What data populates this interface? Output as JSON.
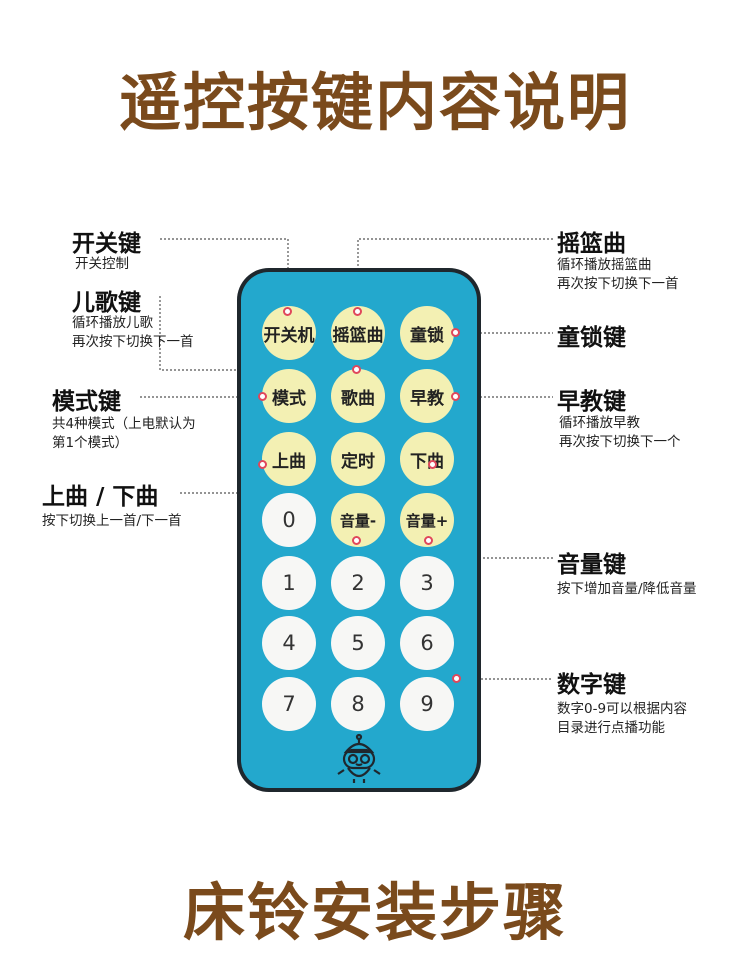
{
  "titles": {
    "top": "遥控按键内容说明",
    "bottom": "床铃安装步骤"
  },
  "keys": {
    "power": "开关机",
    "lullaby": "摇篮曲",
    "child_lock": "童锁",
    "mode": "模式",
    "song": "歌曲",
    "early_edu": "早教",
    "prev": "上曲",
    "timer": "定时",
    "next": "下曲",
    "d0": "0",
    "vol_down": "音量-",
    "vol_up": "音量+",
    "d1": "1",
    "d2": "2",
    "d3": "3",
    "d4": "4",
    "d5": "5",
    "d6": "6",
    "d7": "7",
    "d8": "8",
    "d9": "9"
  },
  "labels": {
    "power": {
      "title": "开关键",
      "desc": [
        "开关控制"
      ]
    },
    "song": {
      "title": "儿歌键",
      "desc": [
        "循环播放儿歌",
        "再次按下切换下一首"
      ]
    },
    "mode": {
      "title": "模式键",
      "desc": [
        "共4种模式（上电默认为",
        "第1个模式）"
      ]
    },
    "prevnext": {
      "title": "上曲 / 下曲",
      "desc": [
        "按下切换上一首/下一首"
      ]
    },
    "lullaby": {
      "title": "摇篮曲",
      "desc": [
        "循环播放摇篮曲",
        "再次按下切换下一首"
      ]
    },
    "child_lock": {
      "title": "童锁键",
      "desc": []
    },
    "early_edu": {
      "title": "早教键",
      "desc": [
        "循环播放早教",
        "再次按下切换下一个"
      ]
    },
    "volume": {
      "title": "音量键",
      "desc": [
        "按下增加音量/降低音量"
      ]
    },
    "digits": {
      "title": "数字键",
      "desc": [
        "数字0-9可以根据内容",
        "目录进行点播功能"
      ]
    }
  },
  "colors": {
    "title": "#7a4a1c",
    "remote_body": "#23a8cd",
    "remote_edge": "#1f272d",
    "key_yellow": "#f3f0b3",
    "key_white": "#f7f7f5",
    "marker": "#e0475b"
  },
  "icons": {
    "mascot": "robot-mascot-icon"
  }
}
